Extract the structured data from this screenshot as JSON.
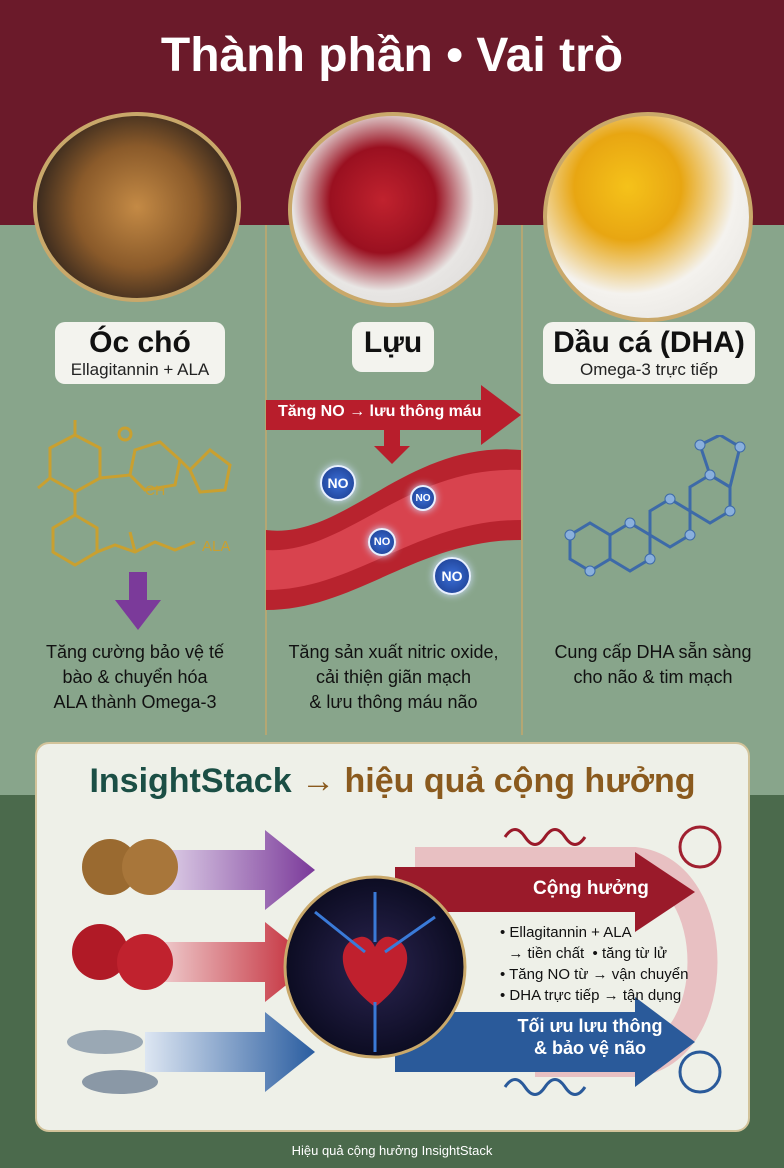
{
  "title": "Thành phần • Vai trò",
  "columns": [
    {
      "name": "Óc chó",
      "sub": "Ellagitannin + ALA",
      "molecule_label": "ALA",
      "molecule_ch": "CH",
      "desc": [
        "Tăng cường bảo vệ tế",
        "bào & chuyển hóa",
        "ALA thành Omega-3"
      ]
    },
    {
      "name": "Lựu",
      "sub": "",
      "arrow": "Tăng NO → lưu thông máu",
      "no_badge": "NO",
      "desc": [
        "Tăng sản xuất nitric oxide,",
        "cải thiện giãn mạch",
        "& lưu thông máu não"
      ]
    },
    {
      "name": "Dầu cá (DHA)",
      "sub": "Omega-3 trực tiếp",
      "desc": [
        "Cung cấp DHA sẵn sàng",
        "cho não & tim mạch"
      ]
    }
  ],
  "panel": {
    "title_a": "InsightStack",
    "title_arrow": "→",
    "title_b": "hiệu quả cộng hưởng",
    "top_arrow": "Cộng hưởng",
    "bullets": [
      "• Ellagitannin + ALA",
      "  → tiền chất  • tăng từ lử",
      "• Tăng NO từ → vận chuyển",
      "• DHA trực tiếp → tận dụng"
    ],
    "bottom_arrow": [
      "Tối ưu lưu thông",
      "& bảo vệ não"
    ]
  },
  "caption": "Hiệu quả cộng hưởng InsightStack"
}
